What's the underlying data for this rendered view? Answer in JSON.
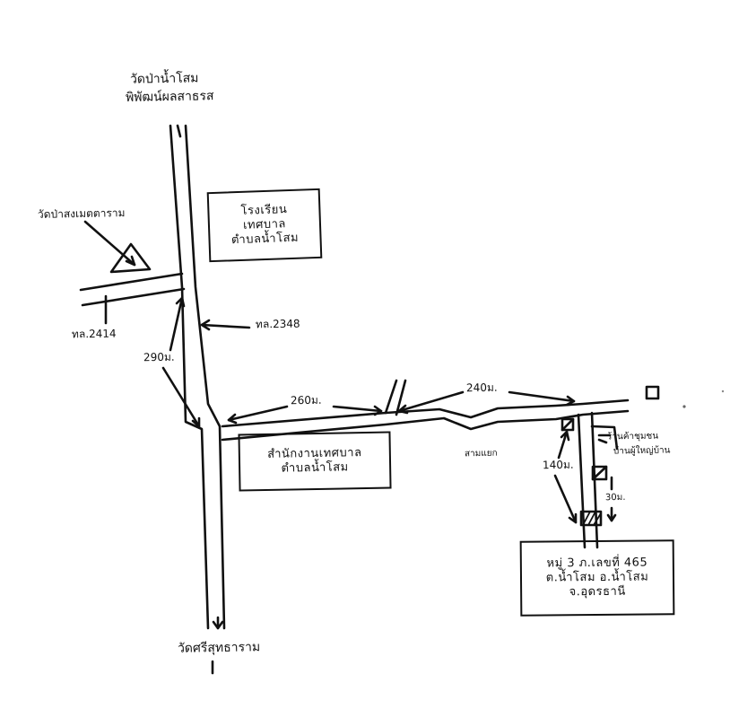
{
  "map": {
    "labels": {
      "temple_top_line1": "วัดป่าน้ำโสม",
      "temple_top_line2": "พิพัฒน์ผลสาธรส",
      "temple_left": "วัดป่าสงเมตตาราม",
      "road_2414": "ทล.2414",
      "road_2348": "ทล.2348",
      "dist_290": "290ม.",
      "dist_260": "260ม.",
      "dist_240": "240ม.",
      "dist_140": "140ม.",
      "dist_30": "30ม.",
      "junction": "สามแยก",
      "shop_line1": "ร้านค้าชุมชน",
      "shop_line2": "บ้านผู้ใหญ่บ้าน",
      "temple_bottom": "วัดศรีสุทธาราม"
    },
    "boxes": {
      "school": [
        "โรงเรียน",
        "เทศบาล",
        "ตำบลน้ำโสม"
      ],
      "office": [
        "สำนักงานเทศบาล",
        "ตำบลน้ำโสม"
      ],
      "destination": [
        "หมู่ 3 ภ.เลขที่ 465",
        "ต.น้ำโสม อ.น้ำโสม",
        "จ.อุดรธานี"
      ]
    }
  }
}
